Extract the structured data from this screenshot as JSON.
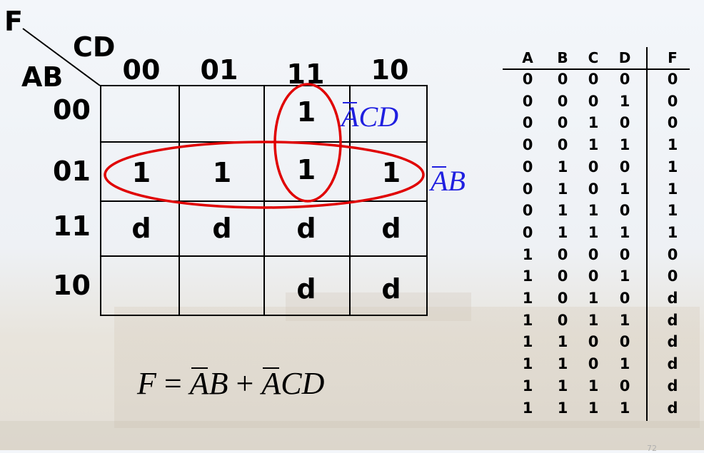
{
  "kmap": {
    "function_label": "F",
    "col_var_label": "CD",
    "row_var_label": "AB",
    "col_codes": [
      "00",
      "01",
      "11",
      "10"
    ],
    "row_codes": [
      "00",
      "01",
      "11",
      "10"
    ],
    "cells": [
      [
        "",
        "",
        "1",
        ""
      ],
      [
        "1",
        "1",
        "1",
        "1"
      ],
      [
        "d",
        "d",
        "d",
        "d"
      ],
      [
        "",
        "",
        "d",
        "d"
      ]
    ],
    "group_labels": {
      "vertical": {
        "bar": "A",
        "rest": "CD"
      },
      "horizontal": {
        "bar": "A",
        "rest": "B"
      }
    },
    "group_color": "#e00000",
    "label_color": "#1f1fe0"
  },
  "equation": {
    "lhs": "F",
    "eq": "=",
    "term1_bar": "A",
    "term1_rest": "B",
    "plus": "+",
    "term2_bar": "A",
    "term2_rest": "CD"
  },
  "truth_table": {
    "headers": [
      "A",
      "B",
      "C",
      "D",
      "F"
    ],
    "rows": [
      [
        "0",
        "0",
        "0",
        "0",
        "0"
      ],
      [
        "0",
        "0",
        "0",
        "1",
        "0"
      ],
      [
        "0",
        "0",
        "1",
        "0",
        "0"
      ],
      [
        "0",
        "0",
        "1",
        "1",
        "1"
      ],
      [
        "0",
        "1",
        "0",
        "0",
        "1"
      ],
      [
        "0",
        "1",
        "0",
        "1",
        "1"
      ],
      [
        "0",
        "1",
        "1",
        "0",
        "1"
      ],
      [
        "0",
        "1",
        "1",
        "1",
        "1"
      ],
      [
        "1",
        "0",
        "0",
        "0",
        "0"
      ],
      [
        "1",
        "0",
        "0",
        "1",
        "0"
      ],
      [
        "1",
        "0",
        "1",
        "0",
        "d"
      ],
      [
        "1",
        "0",
        "1",
        "1",
        "d"
      ],
      [
        "1",
        "1",
        "0",
        "0",
        "d"
      ],
      [
        "1",
        "1",
        "0",
        "1",
        "d"
      ],
      [
        "1",
        "1",
        "1",
        "0",
        "d"
      ],
      [
        "1",
        "1",
        "1",
        "1",
        "d"
      ]
    ]
  },
  "page_number": "72"
}
